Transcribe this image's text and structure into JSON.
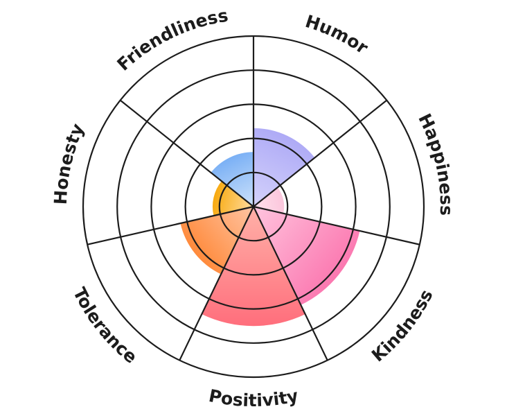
{
  "chart_data": {
    "type": "polar-area",
    "categories": [
      "Humor",
      "Happiness",
      "Kindness",
      "Positivity",
      "Tolerance",
      "Honesty",
      "Friendliness"
    ],
    "values": [
      2.3,
      0.9,
      3.2,
      3.5,
      2.2,
      1.2,
      1.6
    ],
    "rlim": [
      0,
      5
    ],
    "rings": [
      1,
      2,
      3,
      4,
      5
    ],
    "grid": true,
    "legend": "none",
    "colors": {
      "Humor": [
        "#d4d2fb",
        "#aeaaf6"
      ],
      "Happiness": [
        "#ffe1ec",
        "#fbc6dc"
      ],
      "Kindness": [
        "#ffc4de",
        "#fb78b0"
      ],
      "Positivity": [
        "#ffb1a8",
        "#ff6e7c"
      ],
      "Tolerance": [
        "#ffc4a3",
        "#ff8a3b"
      ],
      "Honesty": [
        "#ffdca0",
        "#f7a90e"
      ],
      "Friendliness": [
        "#cde2fb",
        "#7ab0f5"
      ]
    },
    "line_color": "#1c1c1c"
  }
}
